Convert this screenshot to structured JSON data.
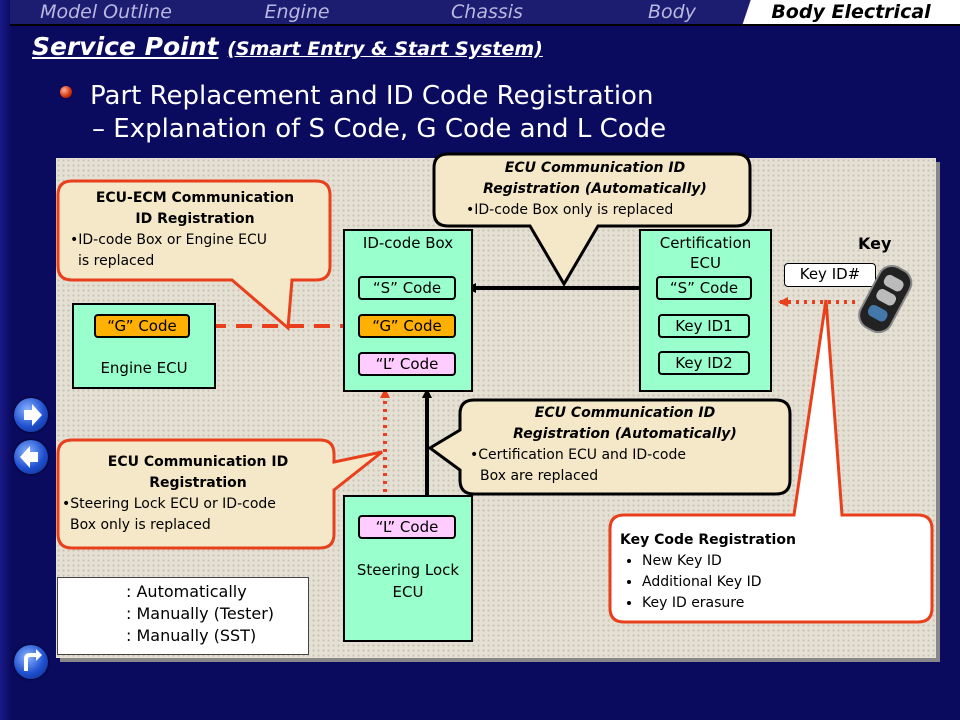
{
  "nav": {
    "tabs": [
      "Model Outline",
      "Engine",
      "Chassis",
      "Body",
      "Body Electrical"
    ],
    "active": "Body Electrical"
  },
  "title": {
    "main": "Service Point",
    "sub": "(Smart Entry & Start System)"
  },
  "heading": {
    "line1": "Part Replacement and ID Code Registration",
    "line2": "– Explanation of S Code, G Code and L Code"
  },
  "diagram": {
    "engine_ecu": {
      "label": "Engine ECU",
      "g_code": "“G” Code"
    },
    "id_code_box": {
      "label": "ID-code Box",
      "s_code": "“S” Code",
      "g_code": "“G” Code",
      "l_code": "“L” Code"
    },
    "certification_ecu": {
      "label_line1": "Certification",
      "label_line2": "ECU",
      "s_code": "“S” Code",
      "key_id1": "Key ID1",
      "key_id2": "Key ID2"
    },
    "steering_lock_ecu": {
      "label_line1": "Steering Lock",
      "label_line2": "ECU",
      "l_code": "“L” Code"
    },
    "key": {
      "label": "Key",
      "key_id": "Key ID#"
    }
  },
  "callouts": {
    "ecu_ecm": {
      "title1": "ECU-ECM Communication",
      "title2": "ID Registration",
      "bullet1": "•ID-code Box or Engine ECU",
      "bullet2": "is replaced"
    },
    "top_auto": {
      "title1": "ECU Communication ID",
      "title2": "Registration (Automatically)",
      "bullet1": "•ID-code Box only is replaced"
    },
    "mid_auto": {
      "title1": "ECU Communication ID",
      "title2": "Registration (Automatically)",
      "bullet1": "•Certification ECU and ID-code",
      "bullet2": "Box are replaced"
    },
    "steering": {
      "title1": "ECU Communication ID",
      "title2": "Registration",
      "bullet1": "•Steering Lock ECU or ID-code",
      "bullet2": "Box only is replaced"
    },
    "key_code": {
      "title": "Key Code Registration",
      "items": [
        "New Key ID",
        "Additional Key ID",
        "Key ID erasure"
      ]
    }
  },
  "legend": {
    "automatically": ": Automatically",
    "manual_tester": ": Manually (Tester)",
    "manual_sst": ": Manually (SST)"
  },
  "colors": {
    "background": "#0a0a5e",
    "ecu_fill": "#99ffcc",
    "g_code_fill": "#ffb000",
    "l_code_fill": "#ffccff",
    "callout_border": "#e8401c",
    "callout_fill": "#f5e8c8",
    "manual_line": "#e8401c",
    "dashed_box": "#22aa22"
  },
  "side_buttons": [
    "next-arrow-icon",
    "back-arrow-icon",
    "return-icon"
  ]
}
